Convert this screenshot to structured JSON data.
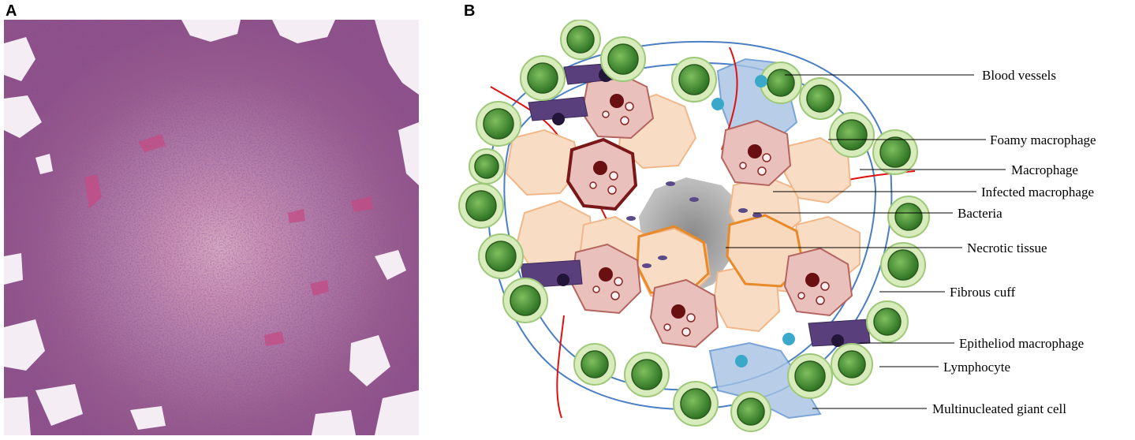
{
  "panels": {
    "a": {
      "letter": "A"
    },
    "b": {
      "letter": "B"
    }
  },
  "labels": [
    "Blood vessels",
    "Foamy macrophage",
    "Macrophage",
    "Infected macrophage",
    "Bacteria",
    "Necrotic tissue",
    "Fibrous cuff",
    "Epitheliod macrophage",
    "Lymphocyte",
    "Multinucleated giant cell"
  ],
  "colors": {
    "histology_background": "#a6638f",
    "histology_core": "#d4a0bc",
    "lymphocyte_outer": "#c9e2a6",
    "lymphocyte_inner": "#3f8a32",
    "macrophage_fill": "#f8dcc4",
    "infected_fill": "#e9c0bb",
    "infected_dark": "#7a1719",
    "necrotic": "#8f8f8f",
    "fibrous_line": "#4a7fc4",
    "blood_vessel": "#e01010",
    "epithelioid": "#5a3f7d"
  }
}
